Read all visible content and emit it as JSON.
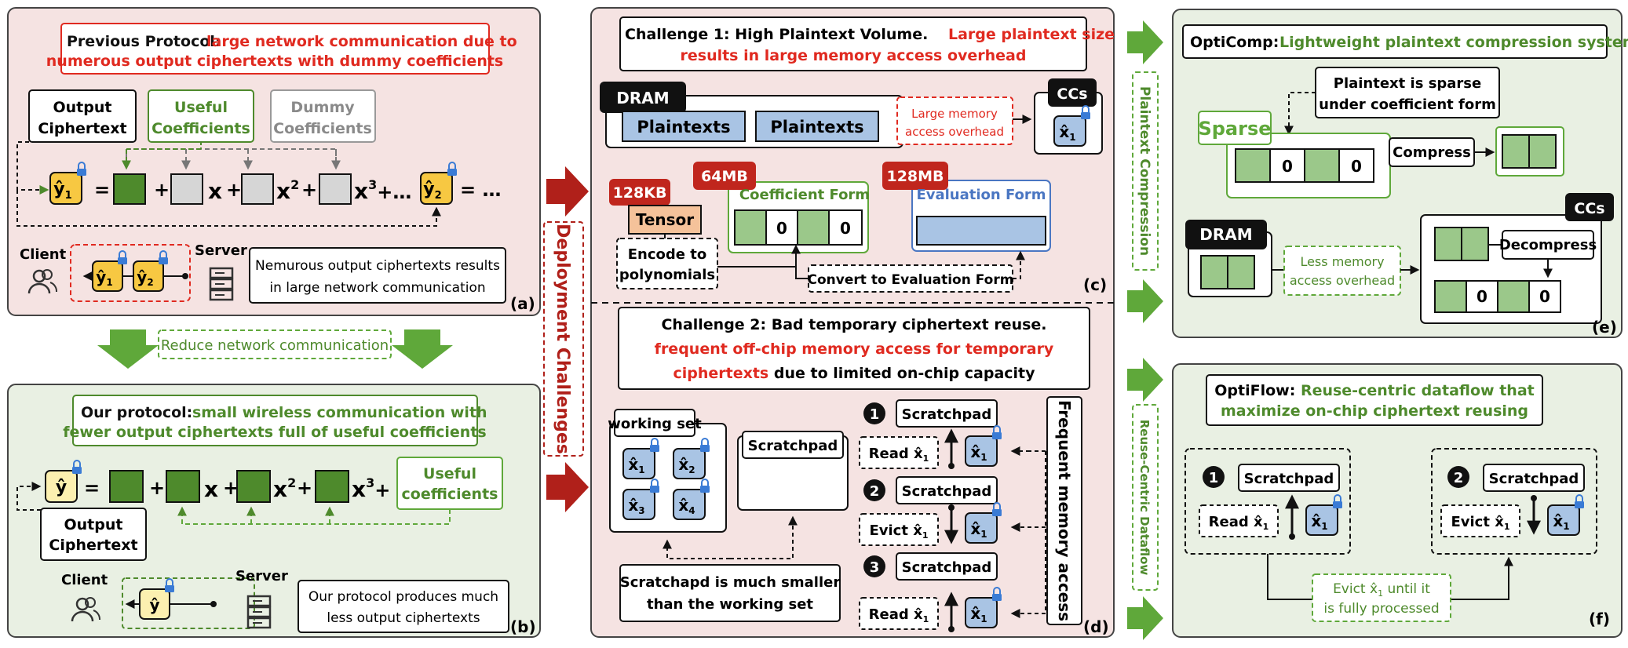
{
  "colors": {
    "pink_panel": "#f5e3e2",
    "green_panel": "#e9f0e3",
    "red": "#e02a20",
    "green": "#4e8a2c",
    "blue": "#4a76c2",
    "dark_red": "#b0201a",
    "cell_blue": "#a9c4e4",
    "cell_green": "#9bc88a",
    "yellow": "#f7c842"
  },
  "panel_a": {
    "title_prefix": "Previous Protocol:",
    "title_line1": "large network communication due to",
    "title_line2": "numerous output ciphertexts with dummy coefficients",
    "output_line1": "Output",
    "output_line2": "Ciphertext",
    "useful_line1": "Useful",
    "useful_line2": "Coefficients",
    "dummy_line1": "Dummy",
    "dummy_line2": "Coefficients",
    "y1": "ŷ",
    "y1_sub": "1",
    "y2": "ŷ",
    "y2_sub": "2",
    "eq": "=",
    "plus": "+",
    "x": "x",
    "x2": "x",
    "x3": "x",
    "sup2": "2",
    "sup3": "3",
    "ellipsis": "…",
    "eq2": "= …",
    "client": "Client",
    "server": "Server",
    "note_line1": "Nemurous output ciphertexts results",
    "note_line2": "in large network communication",
    "label": "(a)"
  },
  "reduce_label": "Reduce network communication",
  "panel_b": {
    "title_prefix": "Our protocol:",
    "title_line1": "small wireless communication with",
    "title_line2": "fewer output ciphertexts full of useful coefficients",
    "y": "ŷ",
    "useful_line1": "Useful",
    "useful_line2": "coefficients",
    "output_line1": "Output",
    "output_line2": "Ciphertext",
    "client": "Client",
    "server": "Server",
    "note_line1": "Our protocol produces much",
    "note_line2": "less output ciphertexts",
    "label": "(b)"
  },
  "deployment_label": "Deployment Challenges",
  "panel_c": {
    "title_prefix": "Challenge 1: High Plaintext Volume.",
    "title_red1": "Large plaintext size",
    "title_red2": "results in large memory access overhead",
    "dram": "DRAM",
    "plaintext1": "Plaintexts",
    "plaintext2": "Plaintexts",
    "large_mem1": "Large memory",
    "large_mem2": "access overhead",
    "ccs": "CCs",
    "x1": "x̂",
    "x1_sub": "1",
    "kb128": "128KB",
    "mb64": "64MB",
    "mb128": "128MB",
    "tensor": "Tensor",
    "coeff_form": "Coefficient Form",
    "eval_form": "Evaluation Form",
    "zero1": "0",
    "zero2": "0",
    "encode1": "Encode to",
    "encode2": "polynomials",
    "convert": "Convert to Evaluation Form",
    "label": "(c)"
  },
  "panel_d": {
    "title_line1": "Challenge 2: Bad temporary ciphertext reuse.",
    "title_red1": "frequent off-chip memory access for temporary",
    "title_red2": "ciphertexts",
    "title_end": "due to limited on-chip capacity",
    "working_set": "working set",
    "scratchpad": "Scratchpad",
    "ws_cells": [
      {
        "sym": "x̂",
        "sub": "1"
      },
      {
        "sym": "x̂",
        "sub": "2"
      },
      {
        "sym": "x̂",
        "sub": "3"
      },
      {
        "sym": "x̂",
        "sub": "4"
      }
    ],
    "note_line1": "Scratchapd is much smaller",
    "note_line2": "than the working set",
    "steps": [
      {
        "num": "1",
        "pad": "Scratchpad",
        "action": "Read x̂",
        "sub": "1"
      },
      {
        "num": "2",
        "pad": "Scratchpad",
        "action": "Evict x̂",
        "sub": "1"
      },
      {
        "num": "3",
        "pad": "Scratchpad",
        "action": "Read x̂",
        "sub": "1"
      }
    ],
    "frequent": "Frequent memory access",
    "label": "(d)"
  },
  "plaintext_compression": "Plaintext Compression",
  "reuse_centric": "Reuse-Centric Dataflow",
  "panel_e": {
    "title_prefix": "OptiComp:",
    "title_green": "Lightweight plaintext compression system",
    "sparse_note1": "Plaintext is sparse",
    "sparse_note2": "under coefficient form",
    "sparse": "Sparse",
    "zero1": "0",
    "zero2": "0",
    "compress": "Compress",
    "dram": "DRAM",
    "less_mem1": "Less memory",
    "less_mem2": "access overhead",
    "ccs": "CCs",
    "decompress": "Decompress",
    "zero3": "0",
    "zero4": "0",
    "label": "(e)"
  },
  "panel_f": {
    "title_prefix": "OptiFlow:",
    "title_green1": "Reuse-centric dataflow that",
    "title_green2": "maximize on-chip ciphertext reusing",
    "step1_num": "1",
    "step1_pad": "Scratchpad",
    "step1_action": "Read x̂",
    "step1_sub": "1",
    "step2_num": "2",
    "step2_pad": "Scratchpad",
    "step2_action": "Evict x̂",
    "step2_sub": "1",
    "x1": "x̂",
    "x1_sub": "1",
    "evict_note1": "Evict x̂",
    "evict_note1_sub": "1",
    "evict_note1_end": "until it",
    "evict_note2": "is fully processed",
    "label": "(f)"
  }
}
